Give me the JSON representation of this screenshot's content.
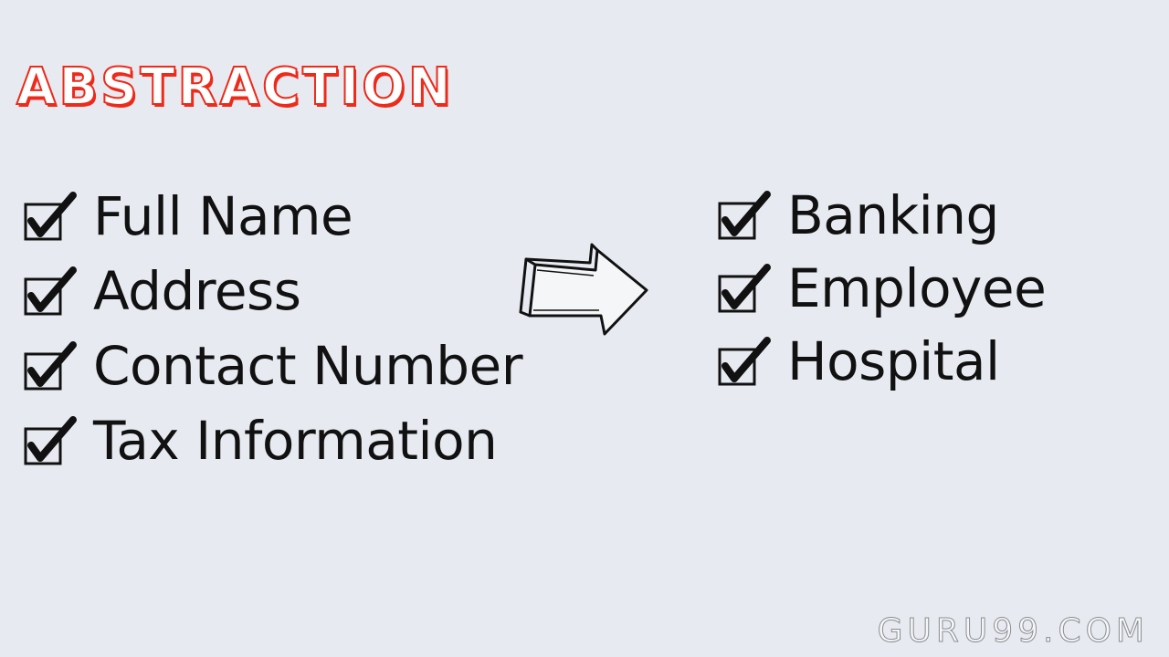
{
  "title": "ABSTRACTION",
  "left_list": {
    "items": [
      {
        "label": "Full Name",
        "checked": true
      },
      {
        "label": "Address",
        "checked": true
      },
      {
        "label": "Contact Number",
        "checked": true
      },
      {
        "label": "Tax Information",
        "checked": true
      }
    ]
  },
  "arrow_icon": "right-arrow-icon",
  "right_list": {
    "items": [
      {
        "label": "Banking",
        "checked": true
      },
      {
        "label": "Employee",
        "checked": true
      },
      {
        "label": "Hospital",
        "checked": true
      }
    ]
  },
  "watermark": "GURU99.COM",
  "colors": {
    "background": "#e7ebf1",
    "title": "#ee2a1a",
    "text": "#111111"
  }
}
